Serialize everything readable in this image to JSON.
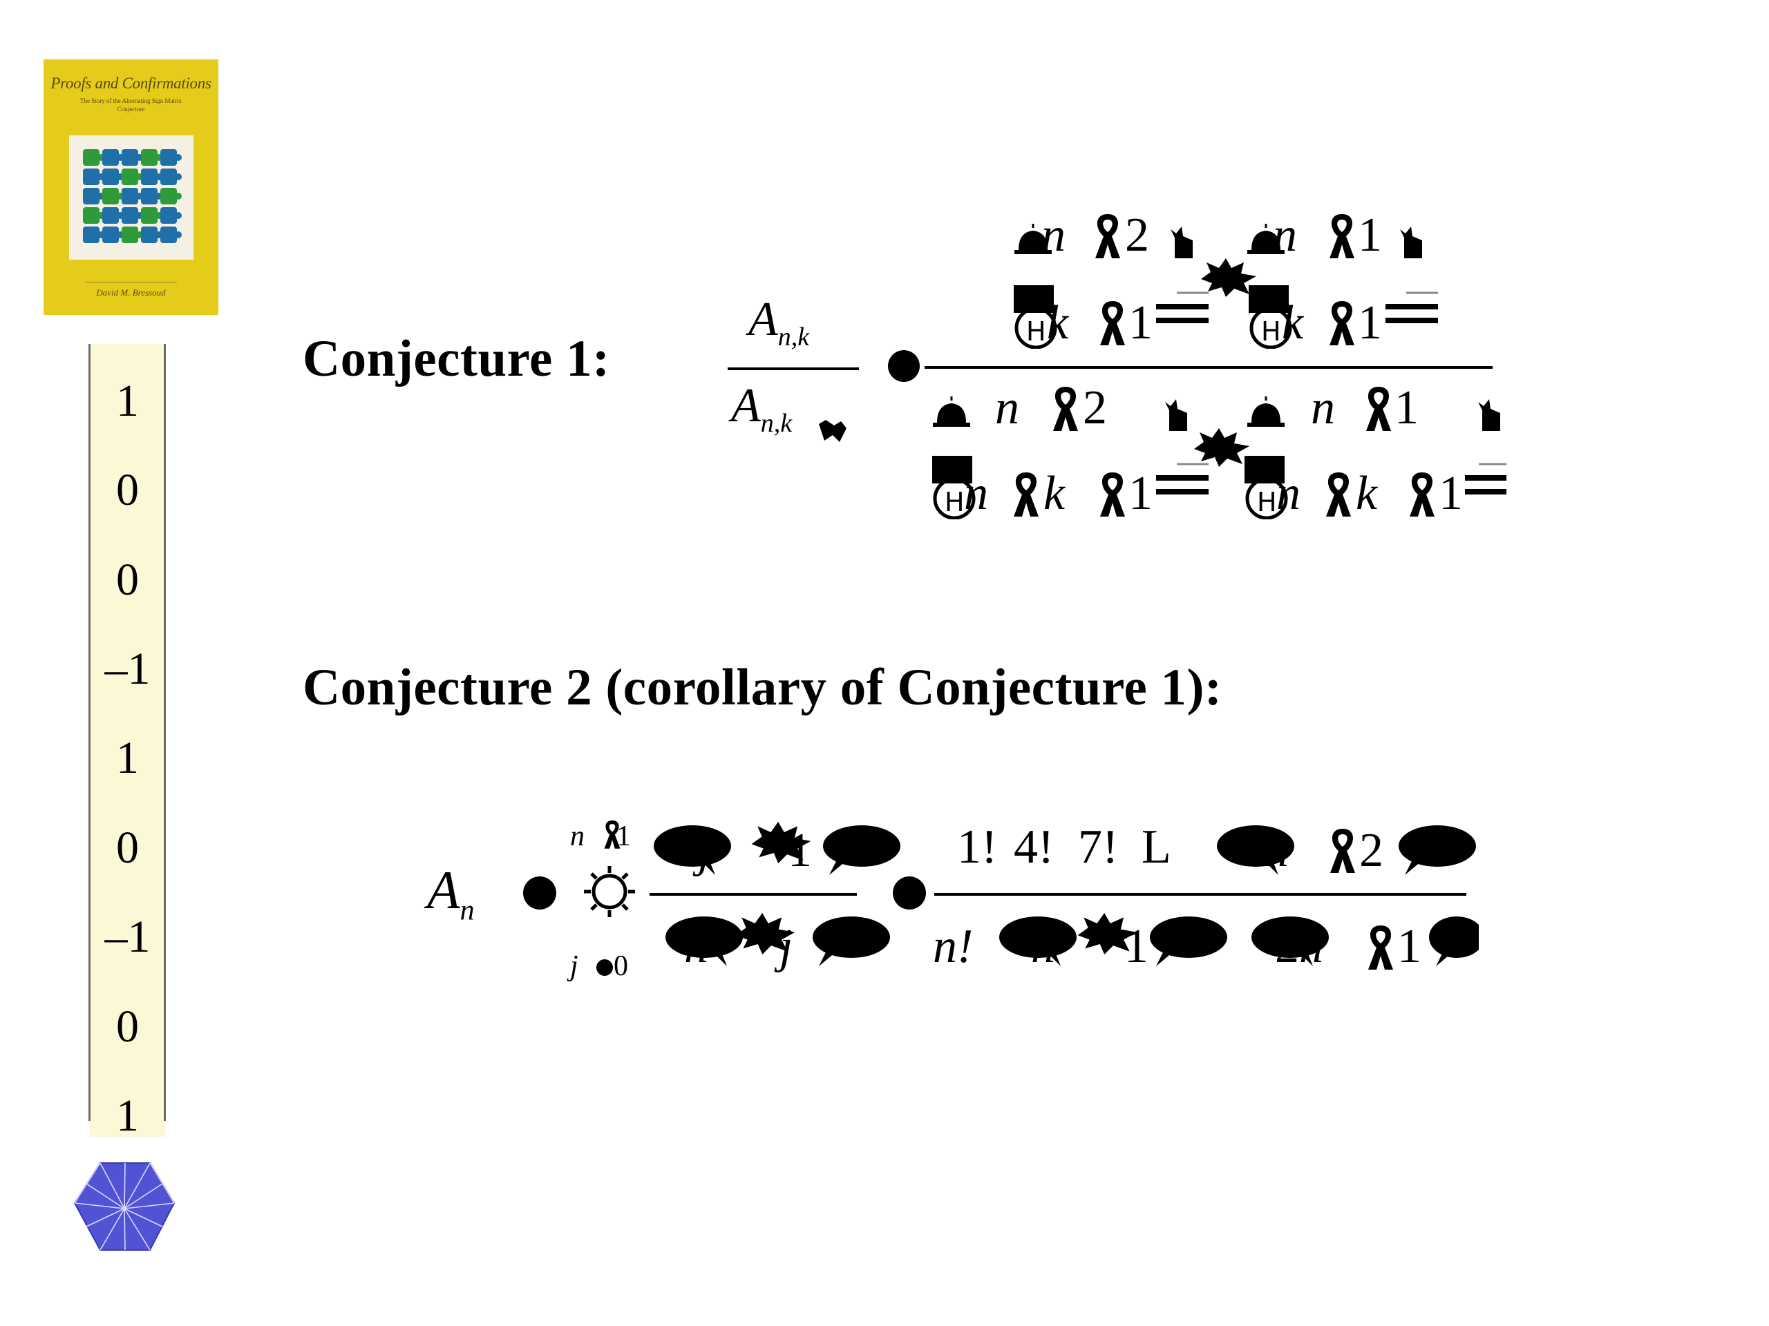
{
  "book_cover": {
    "title": "Proofs and Confirmations",
    "subtitle": "The Story of the Alternating Sign Matrix Conjecture",
    "author": "David M. Bressoud"
  },
  "matrix_column": {
    "values": [
      "1",
      "0",
      "0",
      "–1",
      "1",
      "0",
      "–1",
      "0",
      "1"
    ]
  },
  "conjecture1": {
    "label": "Conjecture 1:",
    "lhs_num": "A",
    "lhs_num_sub": "n,k",
    "lhs_den": "A",
    "lhs_den_sub": "n,k",
    "num_top": [
      "n",
      "2",
      "n",
      "1"
    ],
    "num_bottom": [
      "k",
      "1",
      "k",
      "1"
    ],
    "den_top": [
      "n",
      "2",
      "n",
      "1"
    ],
    "den_bottom": [
      "n",
      "k",
      "1",
      "n",
      "k",
      "1"
    ]
  },
  "conjecture2": {
    "label": "Conjecture 2 (corollary of Conjecture 1):",
    "lhs": "A",
    "lhs_sub": "n",
    "upper_limit": "n",
    "upper_limit_num": "1",
    "lower_limit": "j",
    "lower_limit_num": "0",
    "frac1_num": "j",
    "frac1_num_2": "1",
    "frac1_den": "n",
    "frac1_den_2": "j",
    "frac2_num": "1!",
    "frac2_num_2": "4!",
    "frac2_num_3": "7!",
    "frac2_num_4": "n",
    "frac2_num_5": "2",
    "frac2_den": "n!",
    "frac2_den_2": "n",
    "frac2_den_3": "1",
    "frac2_den_4": "2",
    "frac2_den_5": "n",
    "frac2_den_6": "1"
  },
  "colors": {
    "cover_yellow": "#e5cc1a",
    "strip_bg": "#fbf8d6",
    "puzzle_blue": "#1f6fa8",
    "puzzle_green": "#2f9a3a",
    "polyhedron": "#3f3fc6"
  },
  "icons": [
    "puzzle-image",
    "polyhedron-icon",
    "bell-icon",
    "cat-icon",
    "ribbon-icon",
    "bullet-icon",
    "sun-icon",
    "speech-bubble-icon"
  ]
}
